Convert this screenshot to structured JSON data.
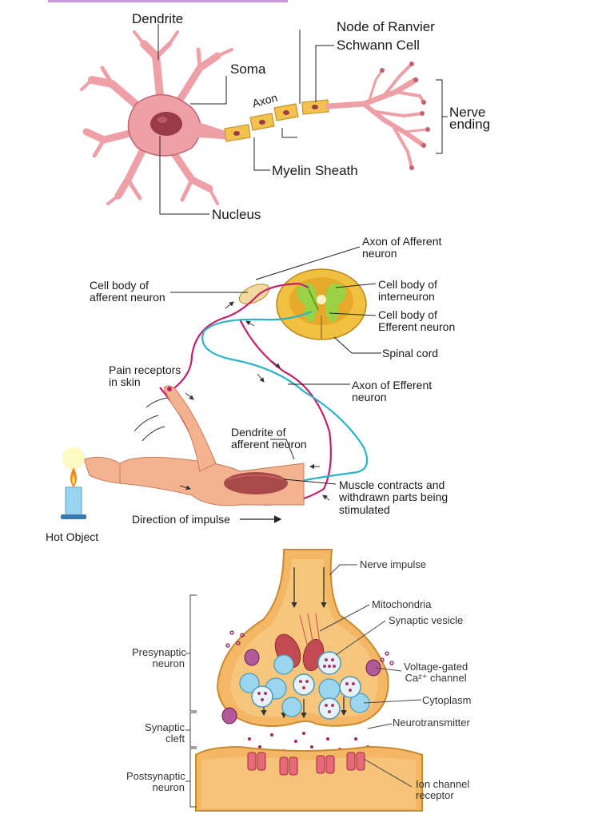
{
  "neuron": {
    "dendrite": "Dendrite",
    "soma": "Soma",
    "axon": "Axon",
    "node_of_ranvier": "Node of Ranvier",
    "schwann_cell": "Schwann Cell",
    "nerve_ending": "Nerve\nending",
    "myelin_sheath": "Myelin Sheath",
    "nucleus": "Nucleus"
  },
  "reflex_arc": {
    "axon_afferent": "Axon of Afferent\nneuron",
    "cell_body_afferent": "Cell body of\nafferent neuron",
    "cell_body_interneuron": "Cell body of\ninterneuron",
    "cell_body_efferent": "Cell body of\nEfferent neuron",
    "spinal_cord": "Spinal cord",
    "pain_receptors": "Pain receptors\nin skin",
    "axon_efferent": "Axon of Efferent\nneuron",
    "dendrite_afferent": "Dendrite of\nafferent neuron",
    "muscle_contracts": "Muscle contracts and\nwithdrawn parts being\nstimulated",
    "direction_of_impulse": "Direction of impulse",
    "hot_object": "Hot Object"
  },
  "synapse": {
    "nerve_impulse": "Nerve impulse",
    "mitochondria": "Mitochondria",
    "synaptic_vesicle": "Synaptic vesicle",
    "presynaptic_neuron": "Presynaptic\nneuron",
    "voltage_gated": "Voltage-gated\nCa²⁺ channel",
    "cytoplasm": "Cytoplasm",
    "neurotransmitter": "Neurotransmitter",
    "synaptic_cleft": "Synaptic\ncleft",
    "postsynaptic_neuron": "Postsynaptic\nneuron",
    "ion_channel_receptor": "Ion channel\nreceptor"
  },
  "colors": {
    "neuron_pink": "#eea0a6",
    "neuron_outline": "#c4626d",
    "nucleus": "#9b3a48",
    "myelin": "#f2c14e",
    "afferent_line": "#c81f6a",
    "efferent_line": "#2bb3c8",
    "spinal_gray": "#f0c040",
    "synapse_orange": "#f3b766"
  }
}
